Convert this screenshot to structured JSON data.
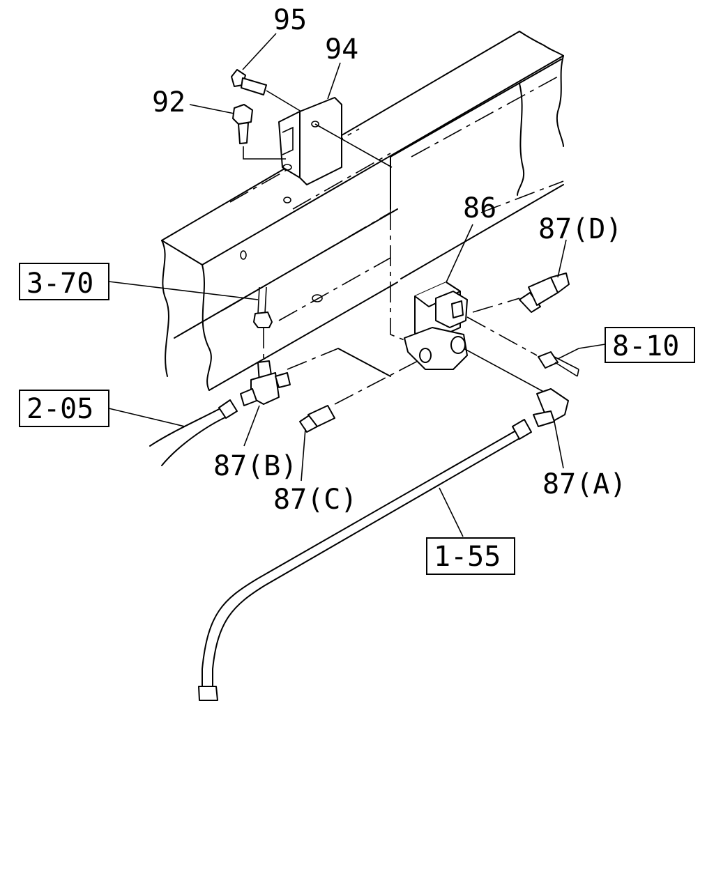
{
  "labels": {
    "p95": "95",
    "p94": "94",
    "p92": "92",
    "p86": "86",
    "p87d": "87(D)",
    "p87b": "87(B)",
    "p87c": "87(C)",
    "p87a": "87(A)"
  },
  "refs": {
    "r370": "3-70",
    "r810": "8-10",
    "r205": "2-05",
    "r155": "1-55"
  }
}
